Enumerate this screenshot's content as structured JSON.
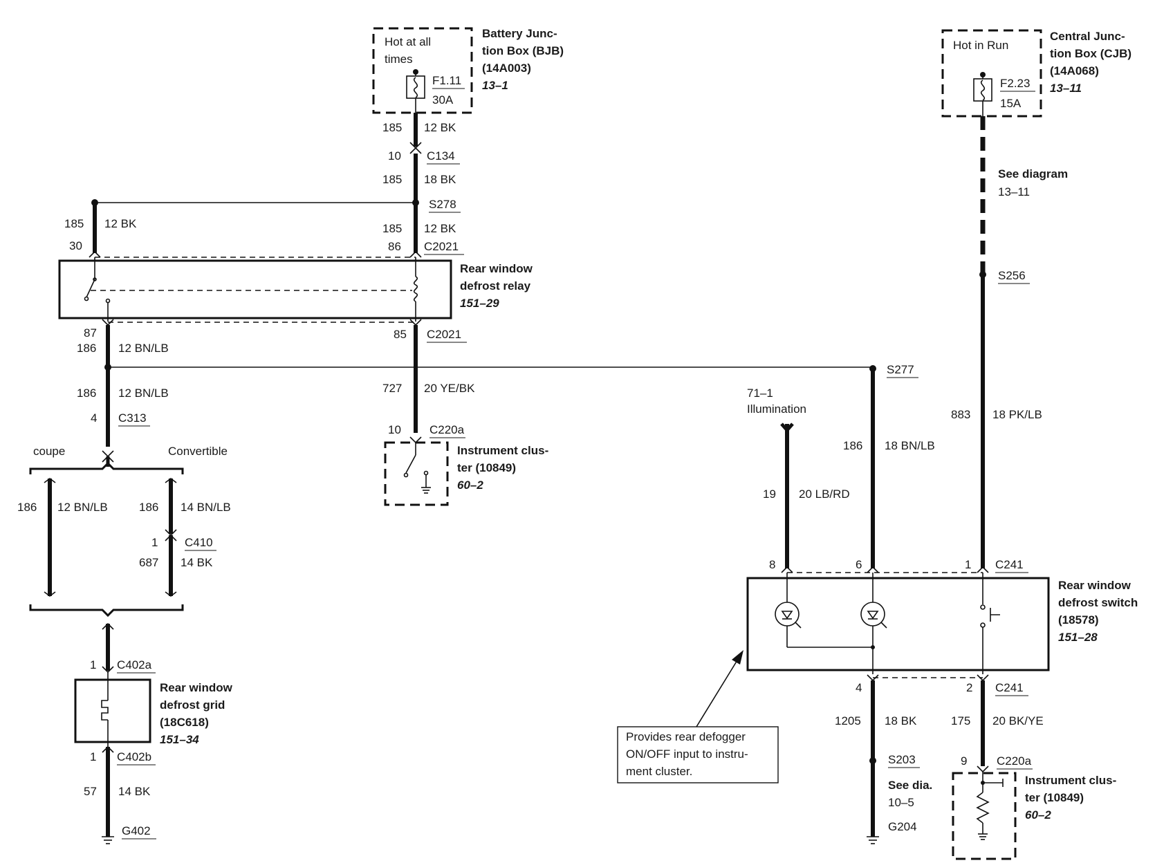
{
  "bjb": {
    "hot_line1": "Hot at all",
    "hot_line2": "times",
    "fuse_id": "F1.11",
    "fuse_rating": "30A",
    "name_line1": "Battery Junc-",
    "name_line2": "tion Box (BJB)",
    "part_no": "(14A003)",
    "ref": "13–1"
  },
  "cjb": {
    "hot": "Hot in Run",
    "fuse_id": "F2.23",
    "fuse_rating": "15A",
    "name_line1": "Central Junc-",
    "name_line2": "tion Box (CJB)",
    "part_no": "(14A068)",
    "ref": "13–11"
  },
  "wires": {
    "w185_top_num": "185",
    "w185_top_col": "12 BK",
    "c134_pin": "10",
    "c134": "C134",
    "w185_mid_num": "185",
    "w185_mid_col": "18 BK",
    "s278": "S278",
    "w185_left_num": "185",
    "w185_left_col": "12 BK",
    "pin30": "30",
    "w185_r_num": "185",
    "w185_r_col": "12 BK",
    "pin86": "86",
    "c2021_top": "C2021",
    "pin87": "87",
    "w186_a_num": "186",
    "w186_a_col": "12 BN/LB",
    "pin85": "85",
    "c2021_bot": "C2021",
    "w186_b_num": "186",
    "w186_b_col": "12 BN/LB",
    "w727_num": "727",
    "w727_col": "20 YE/BK",
    "pin4_c313": "4",
    "c313": "C313",
    "pin10_c220a": "10",
    "c220a_1": "C220a",
    "coupe": "coupe",
    "convertible": "Convertible",
    "w186_c_num": "186",
    "w186_c_col": "12 BN/LB",
    "w186_d_num": "186",
    "w186_d_col": "14 BN/LB",
    "pin1_c410": "1",
    "c410": "C410",
    "w687_num": "687",
    "w687_col": "14 BK",
    "pin1_c402a": "1",
    "c402a": "C402a",
    "pin1_c402b": "1",
    "c402b": "C402b",
    "w57_num": "57",
    "w57_col": "14 BK",
    "g402": "G402",
    "see_diagram": "See diagram",
    "see_diagram_ref": "13–11",
    "s256": "S256",
    "s277": "S277",
    "illum_ref": "71–1",
    "illum": "Illumination",
    "w186_e_num": "186",
    "w186_e_col": "18 BN/LB",
    "w883_num": "883",
    "w883_col": "18 PK/LB",
    "w19_num": "19",
    "w19_col": "20 LB/RD",
    "pin8": "8",
    "pin6": "6",
    "pin1_c241": "1",
    "c241_top": "C241",
    "pin4_c241": "4",
    "pin2_c241": "2",
    "c241_bot": "C241",
    "w1205_num": "1205",
    "w1205_col": "18 BK",
    "w175_num": "175",
    "w175_col": "20 BK/YE",
    "s203": "S203",
    "see_dia": "See dia.",
    "see_dia_ref": "10–5",
    "g204": "G204",
    "pin9": "9",
    "c220a_2": "C220a"
  },
  "relay": {
    "name_line1": "Rear window",
    "name_line2": "defrost relay",
    "ref": "151–29"
  },
  "cluster1": {
    "name_line1": "Instrument clus-",
    "name_line2": "ter (10849)",
    "ref": "60–2"
  },
  "grid": {
    "name_line1": "Rear window",
    "name_line2": "defrost grid",
    "part_no": "(18C618)",
    "ref": "151–34"
  },
  "switch": {
    "name_line1": "Rear window",
    "name_line2": "defrost switch",
    "part_no": "(18578)",
    "ref": "151–28"
  },
  "cluster2": {
    "name_line1": "Instrument clus-",
    "name_line2": "ter (10849)",
    "ref": "60–2"
  },
  "note": {
    "line1": "Provides rear defogger",
    "line2": "ON/OFF input to instru-",
    "line3": "ment cluster."
  }
}
